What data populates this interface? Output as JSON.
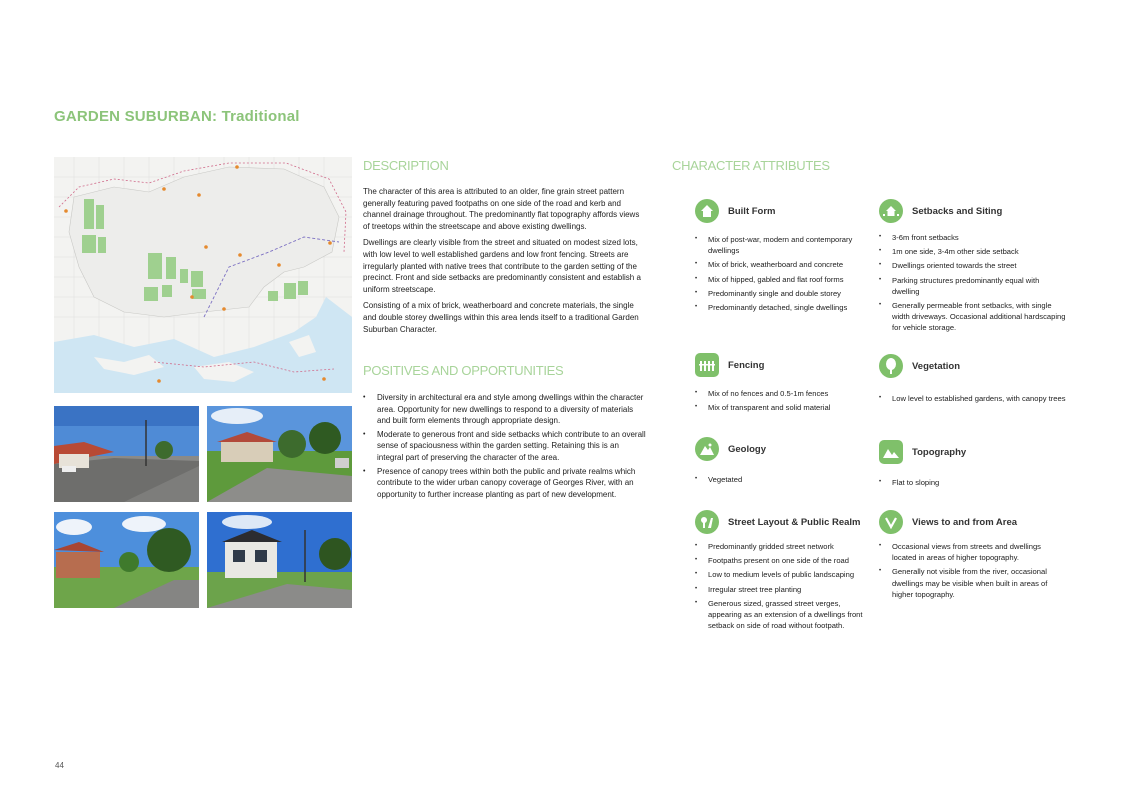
{
  "page_title": "GARDEN SUBURBAN: Traditional",
  "description": {
    "heading": "DESCRIPTION",
    "paragraphs": [
      "The character of this area is attributed to an older, fine grain street pattern generally featuring paved footpaths on one side of the road and kerb and channel drainage throughout. The predominantly flat topography affords views of treetops within the streetscape and above existing dwellings.",
      "Dwellings are clearly visible from the street and situated on modest sized lots, with low level to well established gardens and low front fencing. Streets are irregularly planted with native trees that contribute to the garden setting of the precinct. Front and side setbacks are predominantly consistent and establish a uniform streetscape.",
      "Consisting of a mix of brick, weatherboard and concrete materials, the single and double storey dwellings within this area lends itself to a traditional Garden Suburban Character."
    ]
  },
  "positives": {
    "heading": "POSITIVES AND OPPORTUNITIES",
    "items": [
      "Diversity in architectural era and style among dwellings within the character area. Opportunity for new dwellings to respond to a diversity of materials and built form elements through appropriate design.",
      "Moderate to generous front and side setbacks which contribute to an overall sense of spaciousness within the garden setting. Retaining this is an integral part of preserving the character of the area.",
      "Presence of canopy trees within both the public and private realms which contribute to the wider urban canopy coverage of Georges River, with an opportunity to further increase planting as part of new development."
    ]
  },
  "character_attributes": {
    "heading": "CHARACTER ATTRIBUTES",
    "built_form": {
      "title": "Built Form",
      "icon": "house-icon",
      "items": [
        "Mix of post-war, modern and contemporary dwellings",
        "Mix of brick, weatherboard and concrete",
        "Mix of hipped, gabled and flat roof forms",
        "Predominantly single and double storey",
        "Predominantly detached, single dwellings"
      ]
    },
    "setbacks": {
      "title": "Setbacks and Siting",
      "icon": "setback-house-icon",
      "items": [
        "3-6m front setbacks",
        "1m one side, 3-4m other side setback",
        "Dwellings oriented towards the street",
        "Parking structures predominantly equal with dwelling",
        "Generally permeable front setbacks, with single width driveways. Occasional additional hardscaping for vehicle storage."
      ]
    },
    "fencing": {
      "title": "Fencing",
      "icon": "fence-icon",
      "items": [
        "Mix of no fences and 0.5-1m fences",
        "Mix of transparent and solid material"
      ]
    },
    "vegetation": {
      "title": "Vegetation",
      "icon": "tree-icon",
      "items": [
        "Low level to established gardens, with canopy trees"
      ]
    },
    "geology": {
      "title": "Geology",
      "icon": "geology-icon",
      "items": [
        "Vegetated"
      ]
    },
    "topography": {
      "title": "Topography",
      "icon": "hills-icon",
      "items": [
        "Flat to sloping"
      ]
    },
    "street_layout": {
      "title": "Street Layout & Public Realm",
      "icon": "street-icon",
      "items": [
        "Predominantly gridded street network",
        "Footpaths present on one side of the road",
        "Low to medium levels of public landscaping",
        "Irregular street tree planting",
        "Generous sized, grassed street verges, appearing as an extension of a dwellings front setback on side of road without footpath."
      ]
    },
    "views": {
      "title": "Views to and from Area",
      "icon": "view-icon",
      "items": [
        "Occasional views from streets and dwellings located in areas of higher topography.",
        "Generally not visible from the river, occasional dwellings may be visible when built in areas of higher topography."
      ]
    }
  },
  "page_number": "44",
  "colors": {
    "accent_green": "#8cc47a",
    "icon_green": "#7fc06a",
    "water_blue": "#cfe6f3"
  }
}
